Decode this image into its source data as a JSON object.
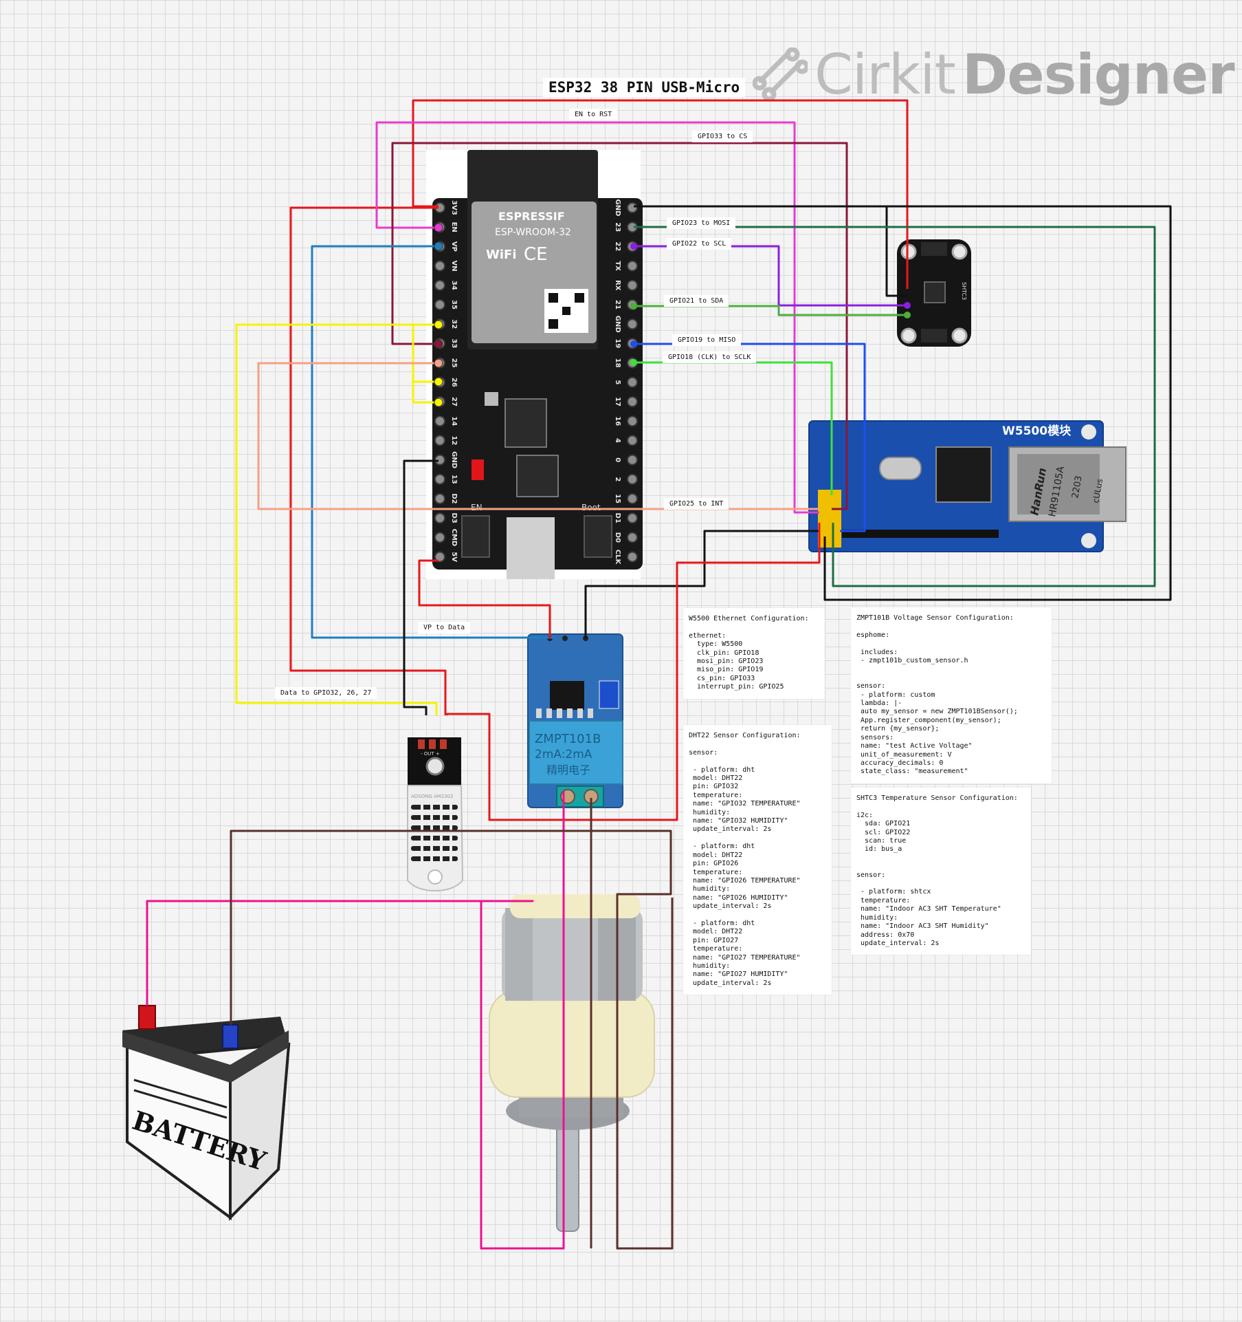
{
  "brand": {
    "logo_word1": "Cirkit",
    "logo_word2": "Designer"
  },
  "board_title": "ESP32 38 PIN USB-Micro",
  "esp32": {
    "module_brand": "ESPRESSIF",
    "module_name": "ESP-WROOM-32",
    "wifi_mark": "WiFi",
    "ce_mark": "CE",
    "left_pins": [
      "3V3",
      "EN",
      "VP",
      "VN",
      "34",
      "35",
      "32",
      "33",
      "25",
      "26",
      "27",
      "14",
      "12",
      "GND",
      "13",
      "D2",
      "D3",
      "CMD",
      "5V"
    ],
    "right_pins": [
      "GND",
      "23",
      "22",
      "TX",
      "RX",
      "21",
      "GND",
      "19",
      "18",
      "5",
      "17",
      "16",
      "4",
      "0",
      "2",
      "15",
      "D1",
      "D0",
      "CLK"
    ],
    "btn_en": "EN",
    "btn_boot": "Boot"
  },
  "sht": {
    "label": "SHTC3"
  },
  "w5500": {
    "title": "W5500模块",
    "jack_brand": "HanRun",
    "jack_part": "HR91105A",
    "jack_code": "2203",
    "jack_mark": "cULus"
  },
  "zmpt": {
    "label1": "ZMPT101B",
    "label2": "2mA:2mA",
    "label3": "精明电子"
  },
  "dht": {
    "label": "AOSONG AM2302",
    "pins": "- OUT +"
  },
  "battery": {
    "label": "BATTERY"
  },
  "wire_labels": {
    "en_rst": "EN to RST",
    "gpio33_cs": "GPIO33 to CS",
    "gpio23_mosi": "GPIO23 to MOSI",
    "gpio22_scl": "GPIO22 to SCL",
    "gpio21_sda": "GPIO21 to SDA",
    "gpio19_miso": "GPIO19 to MISO",
    "gpio18_sclk": "GPIO18 (CLK) to SCLK",
    "gpio25_int": "GPIO25 to INT",
    "vp_data": "VP to Data",
    "data_gpio": "Data to GPIO32, 26, 27"
  },
  "notes": {
    "w5500": "W5500 Ethernet Configuration:\n\nethernet:\n  type: W5500\n  clk_pin: GPIO18\n  mosi_pin: GPIO23\n  miso_pin: GPIO19\n  cs_pin: GPIO33\n  interrupt_pin: GPIO25",
    "dht22": "DHT22 Sensor Configuration:\n\nsensor:\n\n - platform: dht\n model: DHT22\n pin: GPIO32\n temperature:\n name: \"GPIO32 TEMPERATURE\"\n humidity:\n name: \"GPIO32 HUMIDITY\"\n update_interval: 2s\n\n - platform: dht\n model: DHT22\n pin: GPIO26\n temperature:\n name: \"GPIO26 TEMPERATURE\"\n humidity:\n name: \"GPIO26 HUMIDITY\"\n update_interval: 2s\n\n - platform: dht\n model: DHT22\n pin: GPIO27\n temperature:\n name: \"GPIO27 TEMPERATURE\"\n humidity:\n name: \"GPIO27 HUMIDITY\"\n update_interval: 2s",
    "zmpt101b": "ZMPT101B Voltage Sensor Configuration:\n\nesphome:\n\n includes:\n - zmpt101b_custom_sensor.h\n\n\nsensor:\n - platform: custom\n lambda: |-\n auto my_sensor = new ZMPT101BSensor();\n App.register_component(my_sensor);\n return {my_sensor};\n sensors:\n name: \"test Active Voltage\"\n unit_of_measurement: V\n accuracy_decimals: 0\n state_class: \"measurement\"",
    "shtc3": "SHTC3 Temperature Sensor Configuration:\n\ni2c:\n  sda: GPIO21\n  scl: GPIO22\n  scan: true\n  id: bus_a\n\n\nsensor:\n\n - platform: shtcx\n temperature:\n name: \"Indoor AC3 SHT Temperature\"\n humidity:\n name: \"Indoor AC3 SHT Humidity\"\n address: 0x70\n update_interval: 2s"
  },
  "colors": {
    "red": "#e8161b",
    "magenta": "#e83ad2",
    "maroon": "#8a1737",
    "blue": "#1e7fbf",
    "yellow": "#f7f300",
    "salmon": "#f5a084",
    "black": "#111111",
    "purple": "#8a1fe0",
    "green": "#4caf3a",
    "dkgreen": "#1e6b45",
    "brightblue": "#1d4ef0",
    "lime": "#3ee03a",
    "pink": "#ee1090",
    "brown": "#5a2f2a"
  }
}
